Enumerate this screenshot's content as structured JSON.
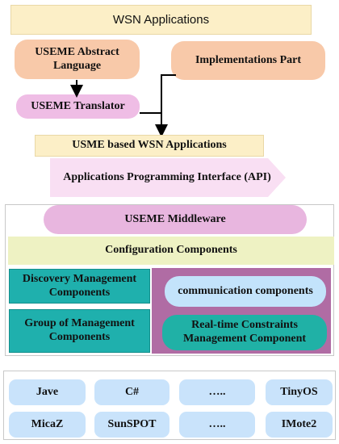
{
  "layers": {
    "wsn_applications": "WSN Applications",
    "abstract_language": "USEME Abstract Language",
    "implementations_part": "Implementations Part",
    "translator": "USEME Translator",
    "usme_based_apps": "USME based WSN Applications",
    "api": "Applications Programming Interface (API)",
    "middleware": "USEME Middleware",
    "configuration": "Configuration Components",
    "discovery": "Discovery Management Components",
    "group": "Group of Management Components",
    "communication": "communication components",
    "realtime": "Real-time Constraints Management Component"
  },
  "hardware": {
    "row1": [
      "Jave",
      "C#",
      "…..",
      "TinyOS"
    ],
    "row2": [
      "MicaZ",
      "SunSPOT",
      "…..",
      "IMote2"
    ]
  },
  "colors": {
    "peach": "#f8c9a9",
    "pink": "#efbde5",
    "light_yellow": "#fcefc7",
    "teal": "#1fb0ad",
    "purple": "#b06ca4",
    "light_blue": "#c9e3fb"
  }
}
